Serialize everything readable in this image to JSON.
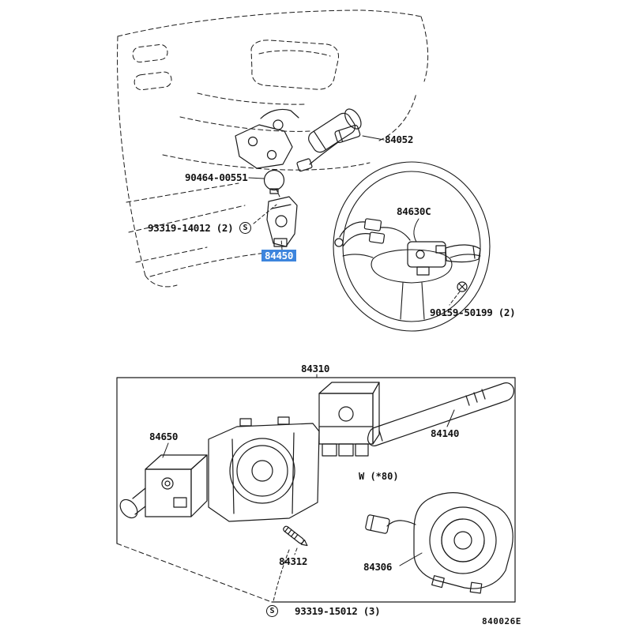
{
  "diagram_code": "840026E",
  "labels": {
    "p90464_00551": "90464-00551",
    "p84052": "84052",
    "p93319_14012": "93319-14012 (2)",
    "p84450": "84450",
    "p84630c": "84630C",
    "p90159_50199": "90159-50199 (2)",
    "p84310": "84310",
    "p84650": "84650",
    "p84140": "84140",
    "w_note": "W (*80)",
    "p84312": "84312",
    "p84306": "84306",
    "p93319_15012": "93319-15012 (3)",
    "screw_symbol": "S"
  },
  "colors": {
    "highlight_bg": "#3d85dd",
    "highlight_text": "#ffffff",
    "line": "#1a1a1a"
  }
}
